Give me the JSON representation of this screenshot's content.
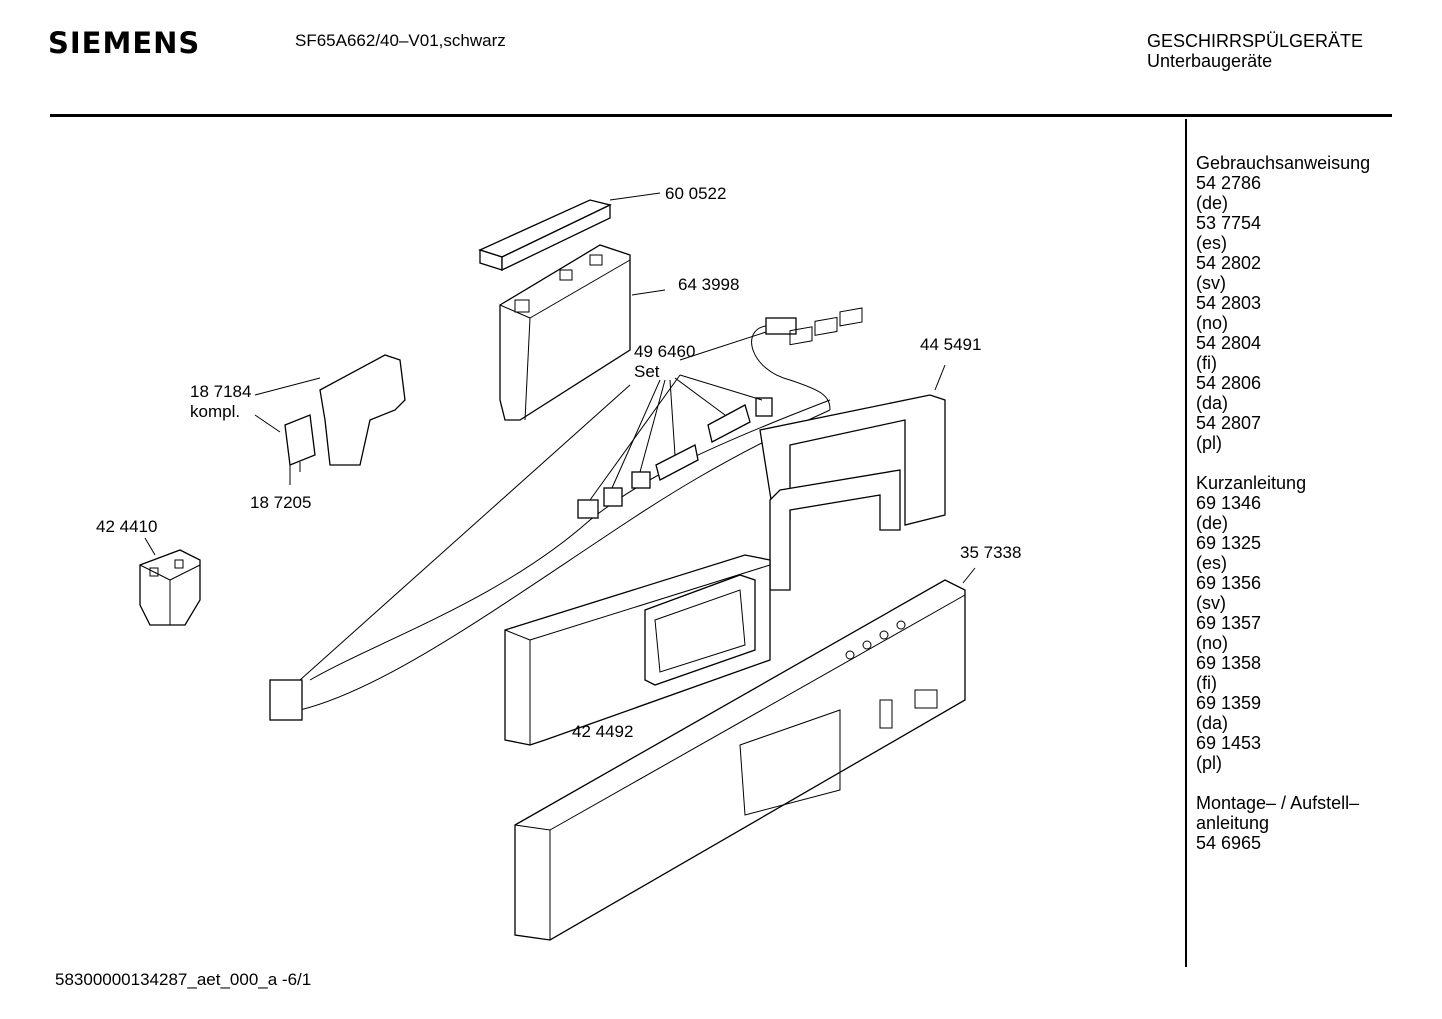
{
  "header": {
    "brand": "SIEMENS",
    "model": "SF65A662/40–V01,schwarz",
    "category_line1": "GESCHIRRSPÜLGERÄTE",
    "category_line2": "Unterbaugeräte"
  },
  "callouts": {
    "p600522": "60 0522",
    "p643998": "64 3998",
    "p496460": "49 6460",
    "p496460_note": "Set",
    "p445491": "44 5491",
    "p187184": "18 7184",
    "p187184_note": "kompl.",
    "p187205": "18 7205",
    "p424410": "42 4410",
    "p357338": "35 7338",
    "p424492": "42 4492"
  },
  "sidebar": {
    "gebrauch": {
      "title": "Gebrauchsanweisung",
      "items": [
        {
          "num": "54 2786",
          "lang": "(de)"
        },
        {
          "num": "53 7754",
          "lang": "(es)"
        },
        {
          "num": "54 2802",
          "lang": "(sv)"
        },
        {
          "num": "54 2803",
          "lang": "(no)"
        },
        {
          "num": "54 2804",
          "lang": "(fi)"
        },
        {
          "num": "54 2806",
          "lang": "(da)"
        },
        {
          "num": "54 2807",
          "lang": "(pl)"
        }
      ]
    },
    "kurz": {
      "title": "Kurzanleitung",
      "items": [
        {
          "num": "69 1346",
          "lang": "(de)"
        },
        {
          "num": "69 1325",
          "lang": "(es)"
        },
        {
          "num": "69 1356",
          "lang": "(sv)"
        },
        {
          "num": "69 1357",
          "lang": "(no)"
        },
        {
          "num": "69 1358",
          "lang": "(fi)"
        },
        {
          "num": "69 1359",
          "lang": "(da)"
        },
        {
          "num": "69 1453",
          "lang": "(pl)"
        }
      ]
    },
    "montage": {
      "title_line1": "Montage– / Aufstell–",
      "title_line2": "anleitung",
      "num": "54 6965"
    }
  },
  "footer": {
    "code": "58300000134287_aet_000_a   -6/1"
  }
}
